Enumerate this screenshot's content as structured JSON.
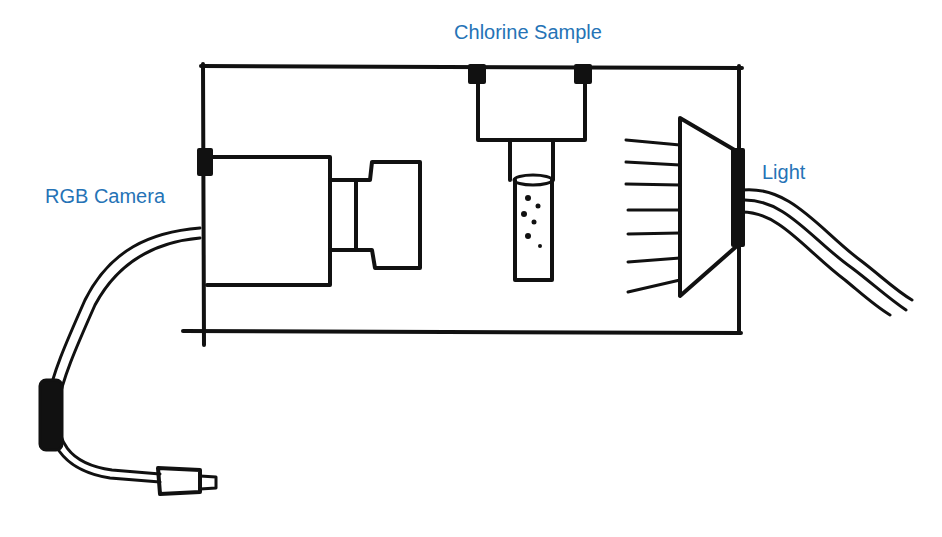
{
  "diagram": {
    "labels": [
      "Chlorine Sample",
      "RGB Camera",
      "Light"
    ]
  }
}
